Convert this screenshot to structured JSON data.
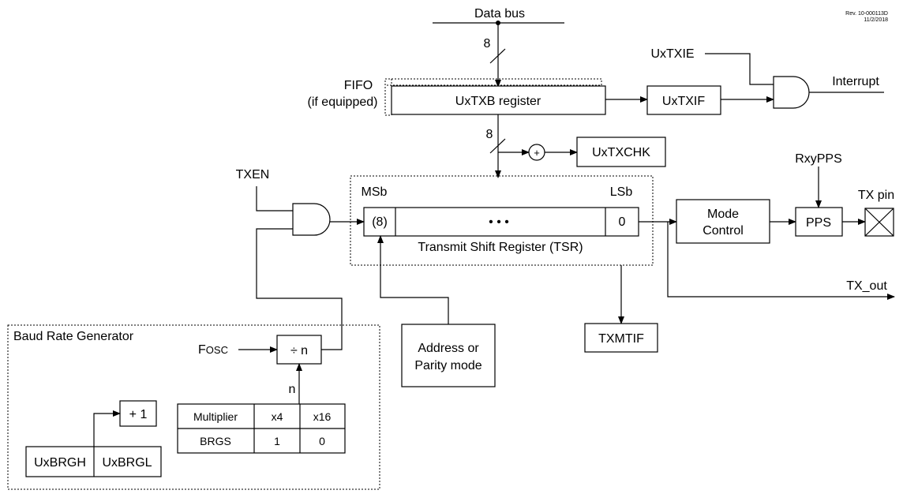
{
  "revision": {
    "line1": "Rev. 10-000113D",
    "line2": "11/2/2018"
  },
  "labels": {
    "data_bus": "Data bus",
    "bus_width_top": "8",
    "bus_width_mid": "8",
    "fifo": "FIFO",
    "fifo_note": "(if equipped)",
    "txb_register": "UxTXB register",
    "txie": "UxTXIE",
    "txif": "UxTXIF",
    "interrupt": "Interrupt",
    "plus": "+",
    "txchk": "UxTXCHK",
    "rxypps": "RxyPPS",
    "txen": "TXEN",
    "msb": "MSb",
    "lsb": "LSb",
    "tsr_first_bit": "(8)",
    "tsr_dots": "• • •",
    "tsr_last_bit": "0",
    "tsr": "Transmit Shift Register (TSR)",
    "mode_control_1": "Mode",
    "mode_control_2": "Control",
    "pps": "PPS",
    "tx_pin": "TX pin",
    "tx_out": "TX_out",
    "txmtif": "TXMTIF",
    "address_parity_1": "Address or",
    "address_parity_2": "Parity mode",
    "baud_rate_generator": "Baud Rate Generator",
    "fosc_f": "F",
    "fosc_rest": "OSC",
    "divide_n": "÷ n",
    "n": "n",
    "plus_one": "+ 1",
    "brgh": "UxBRGH",
    "brgl": "UxBRGL"
  },
  "multiplier_table": {
    "headers": [
      "Multiplier",
      "x4",
      "x16"
    ],
    "row": [
      "BRGS",
      "1",
      "0"
    ]
  }
}
